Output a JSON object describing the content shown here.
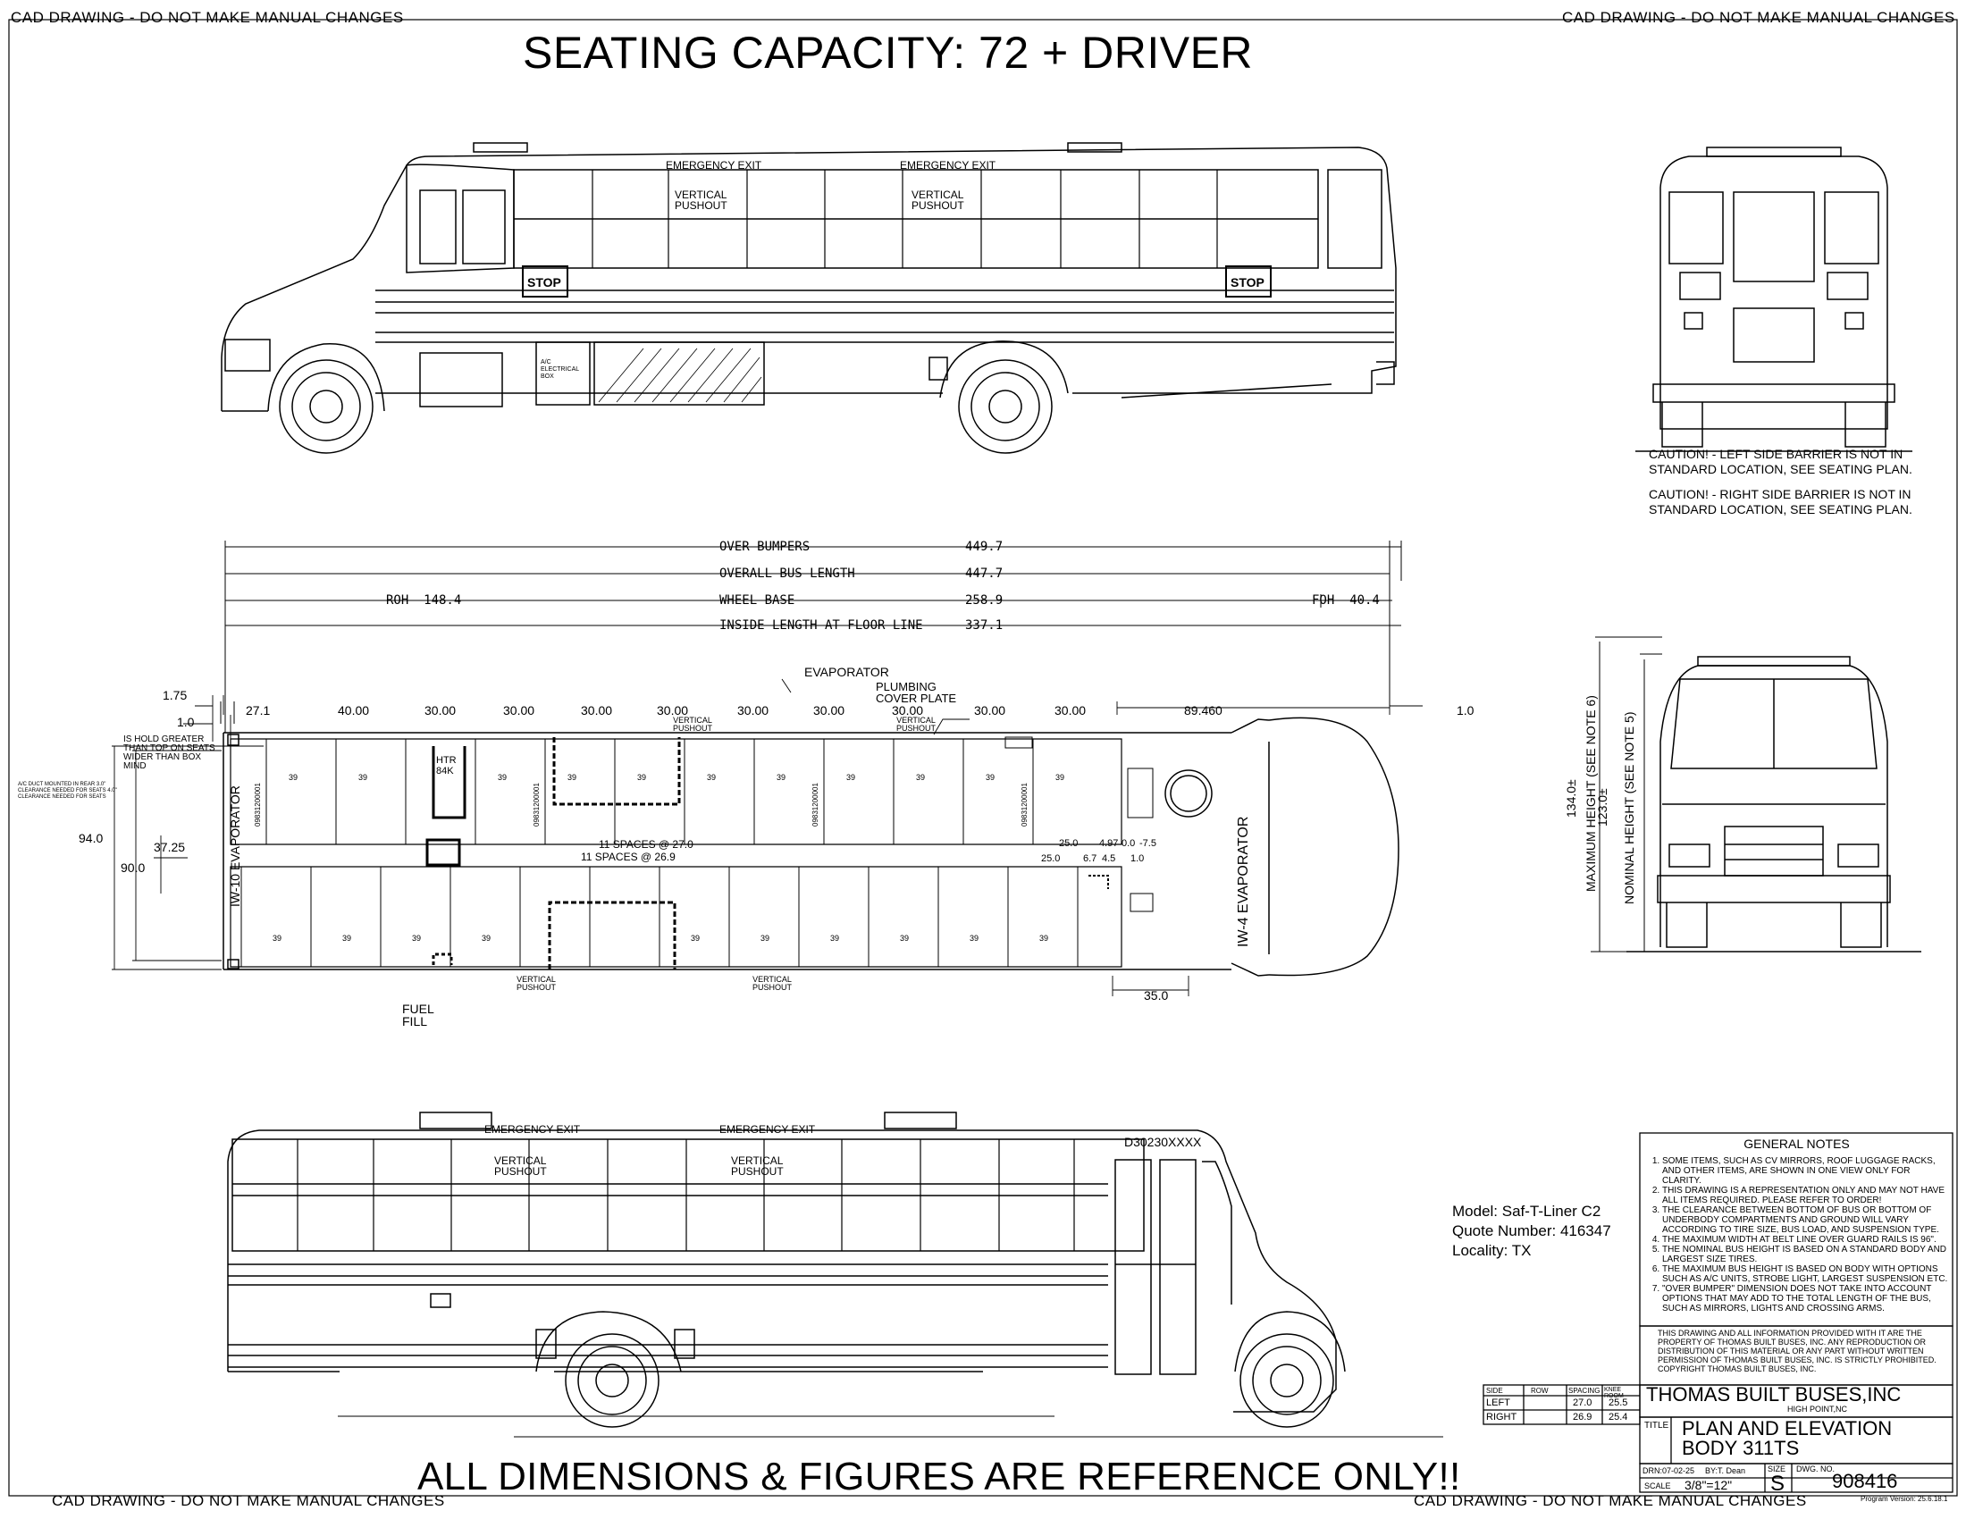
{
  "watermarks": {
    "top_left": "CAD DRAWING - DO NOT MAKE MANUAL CHANGES",
    "top_right": "CAD DRAWING - DO NOT MAKE MANUAL CHANGES",
    "bottom_left": "CAD DRAWING - DO NOT MAKE MANUAL CHANGES",
    "bottom_right": "CAD DRAWING - DO NOT MAKE MANUAL CHANGES"
  },
  "header_title": "SEATING CAPACITY: 72 + DRIVER",
  "footer_title": "ALL DIMENSIONS & FIGURES ARE REFERENCE ONLY!!",
  "side_view_top": {
    "emergency_exit_1": "EMERGENCY EXIT",
    "emergency_exit_2": "EMERGENCY EXIT",
    "pushout_1": "VERTICAL PUSHOUT",
    "pushout_2": "VERTICAL PUSHOUT",
    "stop_1": "STOP",
    "stop_2": "STOP",
    "ac_box": "A/C ELECTRICAL BOX"
  },
  "side_view_bottom": {
    "emergency_exit_1": "EMERGENCY EXIT",
    "emergency_exit_2": "EMERGENCY EXIT",
    "pushout_1": "VERTICAL PUSHOUT",
    "pushout_2": "VERTICAL PUSHOUT",
    "body_code": "D30230XXXX"
  },
  "cautions": [
    "CAUTION! - LEFT SIDE BARRIER IS NOT IN STANDARD LOCATION, SEE SEATING PLAN.",
    "CAUTION! - RIGHT SIDE BARRIER IS NOT IN STANDARD LOCATION, SEE SEATING PLAN."
  ],
  "plan_dimensions": [
    {
      "label": "OVER BUMPERS",
      "value": "449.7"
    },
    {
      "label": "OVERALL BUS LENGTH",
      "value": "447.7"
    },
    {
      "label": "WHEEL BASE",
      "value": "258.9"
    },
    {
      "label": "INSIDE LENGTH AT FLOOR LINE",
      "value": "337.1"
    }
  ],
  "overhangs": {
    "roh": "ROH  148.4",
    "foh": "FOH  40.4"
  },
  "seat_spacing_labels": [
    "27.1",
    "40.00",
    "30.00",
    "30.00",
    "30.00",
    "30.00",
    "30.00",
    "30.00",
    "30.00",
    "30.00",
    "30.00"
  ],
  "plan_labels": {
    "evaporator": "EVAPORATOR",
    "plumbing": "PLUMBING COVER PLATE",
    "front_dim": "89.460",
    "right_dim": "1.0",
    "dim_175": "1.75",
    "dim_10": "1.0",
    "rear_evap": "IW-10 EVAPORATOR",
    "front_evap": "IW-4 EVAPORATOR",
    "width_94": "94.0",
    "width_90": "90.0",
    "aisle_3725": "37.25",
    "htr": "HTR 84K",
    "spaces_top": "11 SPACES @ 27.0",
    "spaces_bottom": "11 SPACES @ 26.9",
    "dim_25a": "25.0",
    "dim_25b": "25.0",
    "dim_497": "4.97",
    "dim_0": "0.0",
    "dim_m75": "-7.5",
    "dim_67": "6.7",
    "dim_45": "4.5",
    "dim_10b": "1.0",
    "door_width": "35.0",
    "fuel_fill": "FUEL FILL",
    "vp_bottom_1": "VERTICAL PUSHOUT",
    "vp_bottom_2": "VERTICAL PUSHOUT",
    "vp_top_1": "VERTICAL PUSHOUT",
    "vp_top_2": "VERTICAL PUSHOUT",
    "rear_note": "IS HOLD GREATER THAN TOP ON SEATS WIDER THAN BOX MIND",
    "ac_duct_note": "A/C DUCT MOUNTED IN REAR 3.0\" CLEARANCE NEEDED FOR SEATS 4.0\" CLEARANCE NEEDED FOR SEATS",
    "seat_number": "39",
    "seat_part": "09831200001"
  },
  "front_view": {
    "max_height": "134.0±",
    "nominal_height": "123.0±",
    "max_label": "MAXIMUM HEIGHT (SEE NOTE 6)",
    "nominal_label": "NOMINAL HEIGHT (SEE NOTE 5)"
  },
  "model_info": {
    "model": "Model: Saf-T-Liner C2",
    "quote": "Quote Number: 416347",
    "locality": "Locality: TX"
  },
  "general_notes": {
    "title": "GENERAL NOTES",
    "items": [
      "SOME ITEMS, SUCH AS CV MIRRORS, ROOF LUGGAGE RACKS, AND OTHER ITEMS, ARE SHOWN IN ONE VIEW ONLY FOR CLARITY.",
      "THIS DRAWING IS A REPRESENTATION ONLY AND MAY NOT HAVE ALL ITEMS REQUIRED. PLEASE REFER TO ORDER!",
      "THE CLEARANCE BETWEEN BOTTOM OF BUS OR BOTTOM OF UNDERBODY COMPARTMENTS AND GROUND WILL VARY ACCORDING TO TIRE SIZE, BUS LOAD, AND SUSPENSION TYPE.",
      "THE MAXIMUM WIDTH AT BELT LINE OVER GUARD RAILS IS 96\".",
      "THE NOMINAL BUS HEIGHT IS BASED ON A STANDARD BODY AND LARGEST SIZE TIRES.",
      "THE MAXIMUM BUS HEIGHT IS BASED ON BODY WITH OPTIONS SUCH AS A/C UNITS, STROBE LIGHT, LARGEST SUSPENSION ETC.",
      "\"OVER BUMPER\" DIMENSION DOES NOT TAKE INTO ACCOUNT OPTIONS THAT MAY ADD TO THE TOTAL LENGTH OF THE BUS, SUCH AS MIRRORS, LIGHTS AND CROSSING ARMS."
    ],
    "proprietary": "THIS DRAWING AND ALL INFORMATION PROVIDED WITH IT ARE THE PROPERTY OF THOMAS BUILT BUSES, INC. ANY REPRODUCTION OR DISTRIBUTION OF THIS MATERIAL OR ANY PART WITHOUT WRITTEN PERMISSION OF THOMAS BUILT BUSES, INC. IS STRICTLY PROHIBITED. COPYRIGHT THOMAS BUILT BUSES, INC."
  },
  "seat_table": {
    "headers": [
      "SIDE",
      "ROW",
      "SPACING",
      "KNEE ROOM"
    ],
    "rows": [
      [
        "LEFT",
        "",
        "27.0",
        "25.5"
      ],
      [
        "RIGHT",
        "",
        "26.9",
        "25.4"
      ]
    ]
  },
  "title_block": {
    "company": "THOMAS BUILT BUSES,INC",
    "location": "HIGH POINT,NC",
    "title_label": "TITLE",
    "title_line1": "PLAN AND ELEVATION",
    "title_line2": "BODY 311TS",
    "drn": "DRN:07-02-25",
    "by": "BY:T. Dean",
    "size_label": "SIZE",
    "size": "S",
    "dwg_label": "DWG. NO.",
    "dwg_no": "908416",
    "scale_label": "SCALE",
    "scale": "3/8\"=12\"",
    "program_version": "Program Version: 25.6.18.1"
  }
}
